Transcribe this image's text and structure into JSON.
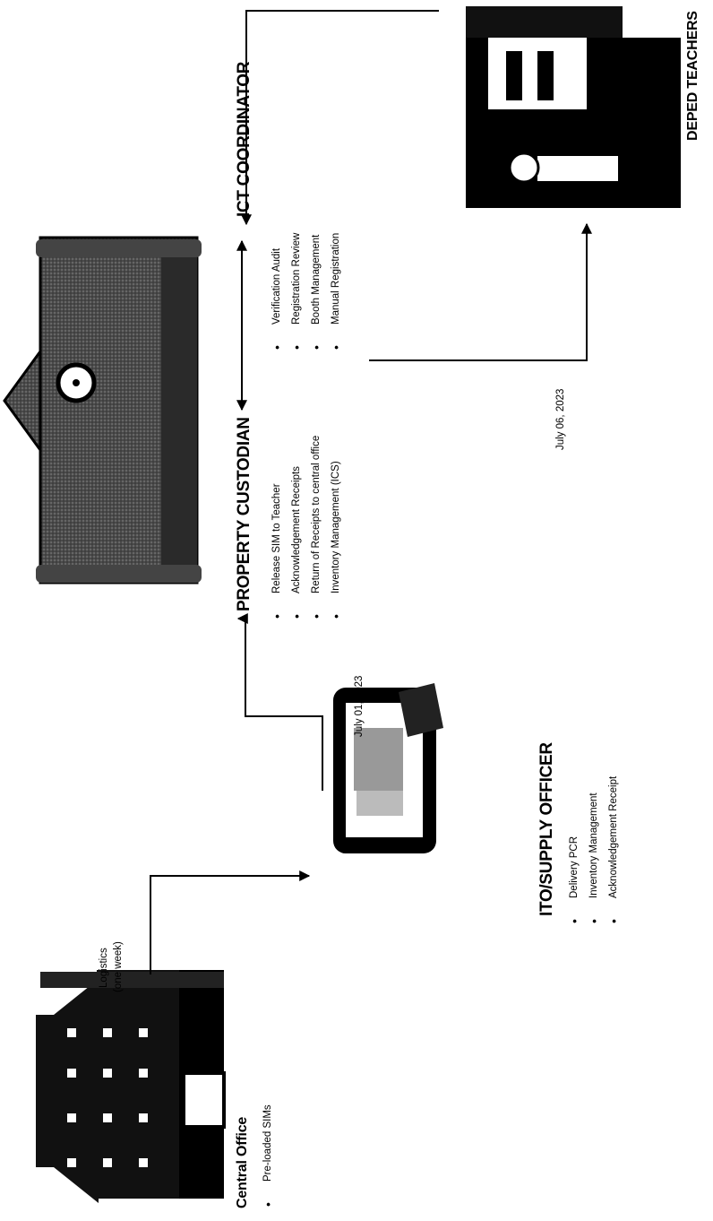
{
  "nodes": {
    "central_office": {
      "title": "Central Office",
      "items": [
        "Pre-loaded SIMs"
      ]
    },
    "ito_supply_officer": {
      "title": "ITO/SUPPLY OFFICER",
      "items": [
        "Delivery PCR",
        "Inventory Management",
        "Acknowledgement Receipt"
      ]
    },
    "property_custodian": {
      "title": "PROPERTY CUSTODIAN",
      "items": [
        "Release SIM to Teacher",
        "Acknowledgement Receipts",
        "Return of Receipts to central office",
        "Inventory Management (ICS)"
      ]
    },
    "ict_coordinator": {
      "title": "ICT COORDINATOR",
      "items": [
        "Verification Audit",
        "Registration Review",
        "Booth Management",
        "Manual Registration"
      ]
    },
    "deped_teachers": {
      "title": "DEPED TEACHERS"
    }
  },
  "edges": {
    "logistics_label_line1": "Logistics",
    "logistics_label_line2": "(one week)",
    "ito_date": "July 01, 2023",
    "teacher_date": "July 06, 2023"
  },
  "icons": [
    "office-building-icon",
    "tablet-sim-icon",
    "school-house-icon",
    "teacher-card-icon"
  ],
  "colors": {
    "ink": "#000000",
    "paper": "#ffffff",
    "roof": "#3a3a3a"
  }
}
